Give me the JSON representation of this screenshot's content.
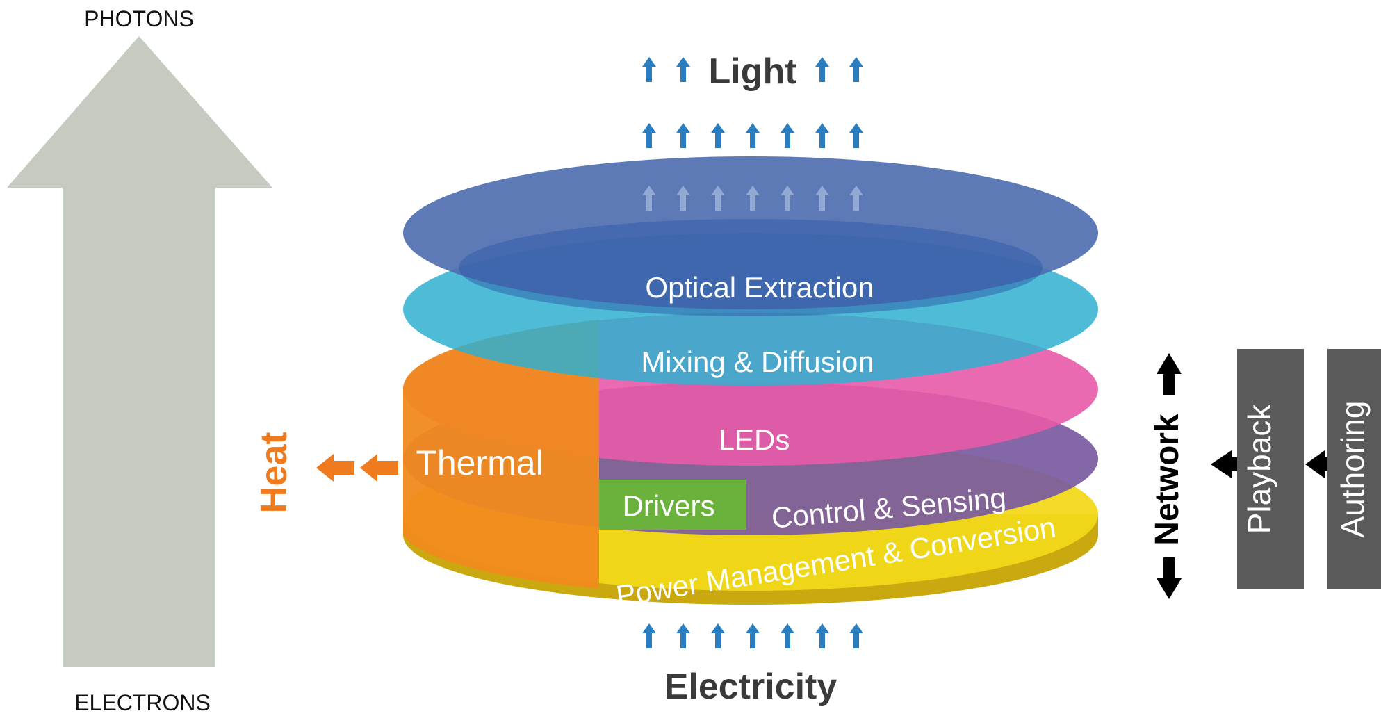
{
  "axis": {
    "top_label": "PHOTONS",
    "bottom_label": "ELECTRONS"
  },
  "flows": {
    "output_label": "Light",
    "input_label": "Electricity",
    "heat_label": "Heat"
  },
  "layers": {
    "optical_extraction": "Optical Extraction",
    "mixing_diffusion": "Mixing & Diffusion",
    "leds": "LEDs",
    "thermal": "Thermal",
    "drivers": "Drivers",
    "control_sensing": "Control & Sensing",
    "power_management": "Power Management & Conversion"
  },
  "side": {
    "network": "Network",
    "playback": "Playback",
    "authoring": "Authoring"
  },
  "colors": {
    "big_arrow": "#c5cbc0",
    "optical": "#4f6fb0",
    "mixing": "#2fb0d0",
    "leds": "#e85aa8",
    "thermal": "#f08a1e",
    "drivers": "#6ab23c",
    "control": "#7a5aa0",
    "power": "#f2d81a",
    "arrow_blue": "#2a7ec0",
    "heat": "#f07a1e",
    "side_box": "#5a5a5a"
  }
}
